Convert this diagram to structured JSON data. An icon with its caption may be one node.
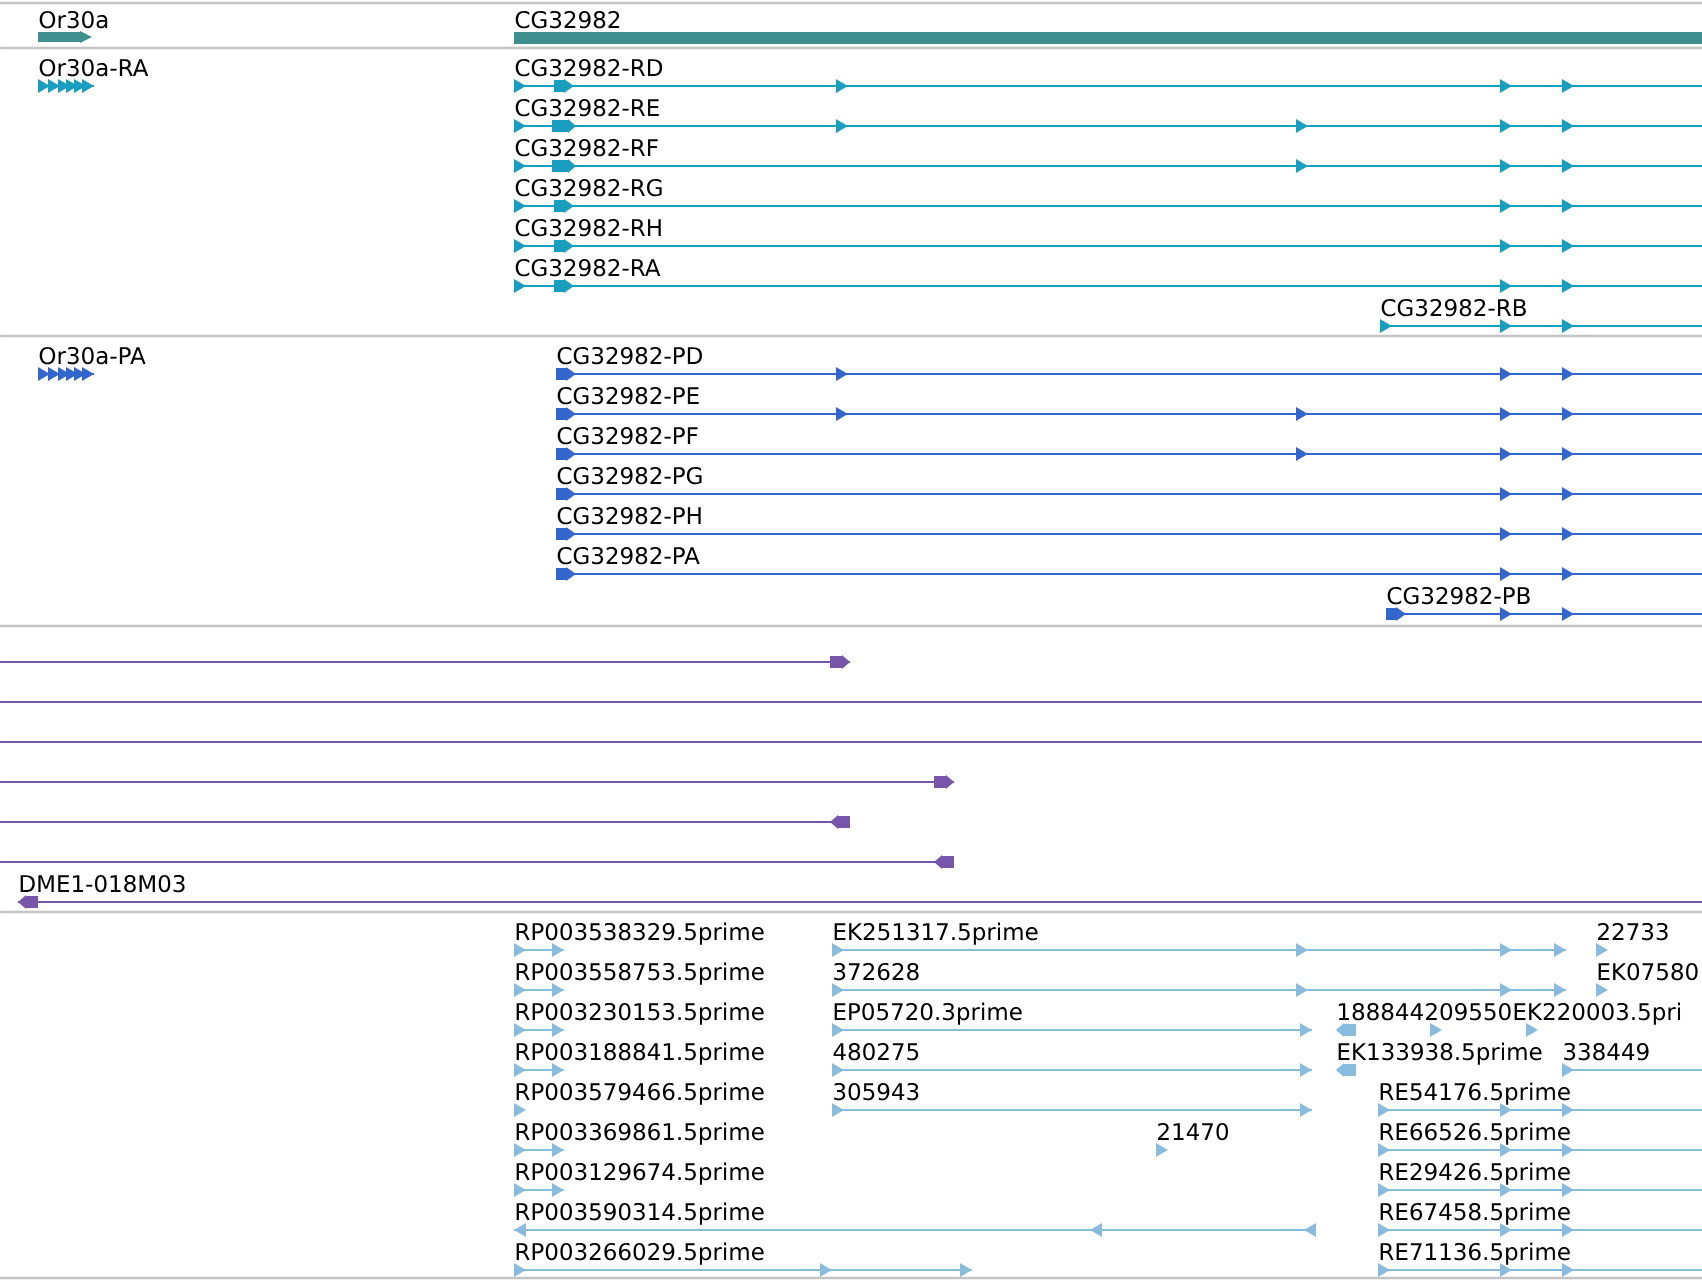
{
  "diagram": {
    "labels": [
      "Or30a",
      "CG32982",
      "Or30a-RA",
      "CG32982-RD",
      "CG32982-RE",
      "CG32982-RF",
      "CG32982-RG",
      "CG32982-RH",
      "CG32982-RA",
      "CG32982-RB",
      "Or30a-PA",
      "CG32982-PD",
      "CG32982-PE",
      "CG32982-PF",
      "CG32982-PG",
      "CG32982-PH",
      "CG32982-PA",
      "CG32982-PB",
      "DME1-018M03",
      "RP003538329.5prime",
      "EK251317.5prime",
      "22733",
      "RP003558753.5prime",
      "372628",
      "EK07580",
      "RP003230153.5prime",
      "EP05720.3prime",
      "188844",
      "209550",
      "EK220003.5pri",
      "RP003188841.5prime",
      "480275",
      "EK133938.5prime",
      "338449",
      "RP003579466.5prime",
      "305943",
      "RE54176.5prime",
      "RP003369861.5prime",
      "21470",
      "RE66526.5prime",
      "RP003129674.5prime",
      "RE29426.5prime",
      "RP003590314.5prime",
      "RE67458.5prime",
      "RP003266029.5prime",
      "RE71136.5prime"
    ]
  }
}
